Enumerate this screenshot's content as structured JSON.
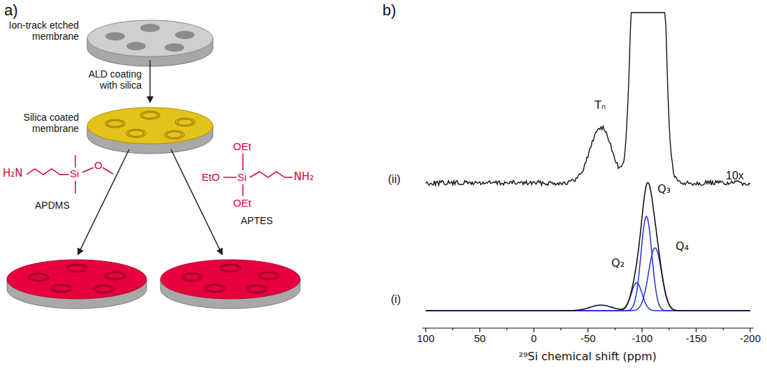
{
  "diagram": {
    "labels": [
      "a)",
      "b)",
      "Ion-track etched membrane",
      "ALD coating with silica",
      "Silica coated membrane",
      "H₂N",
      "Si",
      "O",
      "APDMS",
      "OEt",
      "EtO",
      "Si",
      "OEt",
      "NH₂",
      "APTES",
      "Tₙ",
      "(ii)",
      "10x",
      "Q₃",
      "Q₂",
      "Q₄",
      "(i)",
      "100",
      "50",
      "0",
      "-50",
      "-100",
      "-150",
      "-200",
      "²⁹Si chemical shift (ppm)"
    ]
  }
}
